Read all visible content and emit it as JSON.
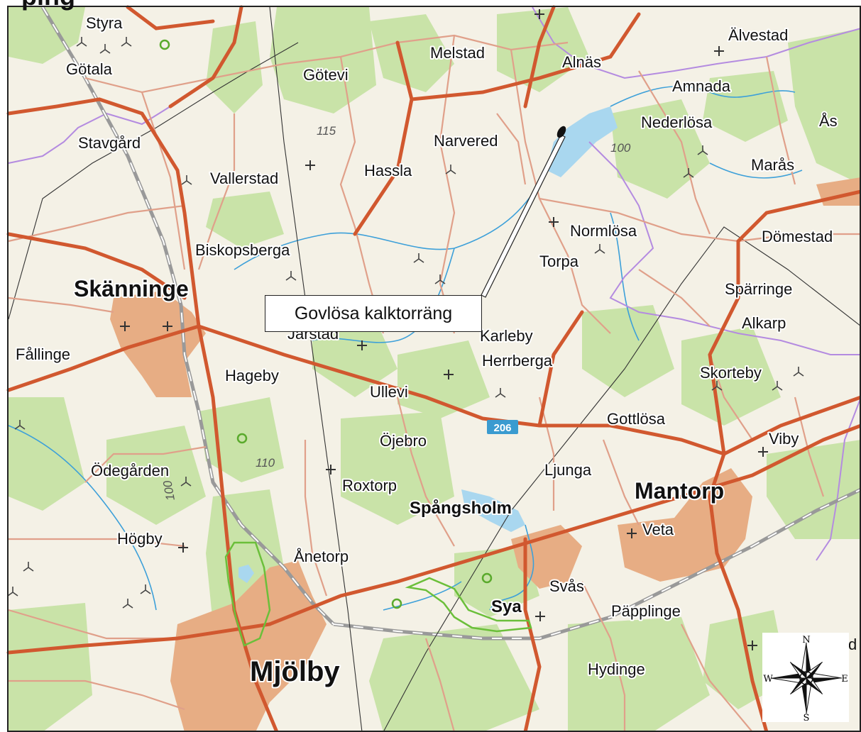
{
  "map": {
    "title_fragment": "ping",
    "callout": "Govlösa kalktorräng",
    "road_shield": "206",
    "elevations": [
      "115",
      "100",
      "110",
      "100"
    ],
    "places": {
      "styra": "Styra",
      "gotala": "Götala",
      "stavgard": "Stavgård",
      "vallerstad": "Vallerstad",
      "gotevi": "Götevi",
      "melstad": "Melstad",
      "alnas": "Alnäs",
      "alvestad": "Älvestad",
      "amnada": "Amnada",
      "nederlosa": "Nederlösa",
      "as": "Ås",
      "maras": "Marås",
      "narvered": "Narvered",
      "hassla": "Hassla",
      "normlosa": "Normlösa",
      "domestad": "Dömestad",
      "biskopsberga": "Biskopsberga",
      "torpa": "Torpa",
      "skanninge": "Skänninge",
      "sparringe": "Spärringe",
      "alkarp": "Alkarp",
      "jarstad": "Järstad",
      "karleby": "Karleby",
      "herrberga": "Herrberga",
      "fallinge": "Fållinge",
      "hageby": "Hageby",
      "ullevi": "Ullevi",
      "skorteby": "Skorteby",
      "gottlosa": "Gottlösa",
      "viby": "Viby",
      "ojebro": "Öjebro",
      "odegarden": "Ödegården",
      "roxtorp": "Roxtorp",
      "ljunga": "Ljunga",
      "mantorp": "Mantorp",
      "spangsholm": "Spångsholm",
      "hogby": "Högby",
      "veta": "Veta",
      "anetorp": "Ånetorp",
      "svas": "Svås",
      "sya": "Sya",
      "papplinge": "Päpplinge",
      "mjolby": "Mjölby",
      "hydinge": "Hydinge",
      "edge_d": "d"
    },
    "compass": {
      "n": "N",
      "s": "S",
      "e": "E",
      "w": "W"
    },
    "colors": {
      "background": "#f4f1e6",
      "forest": "#c9e3a8",
      "urban": "#e7ad84",
      "main_road": "#d1582f",
      "minor_road": "#e0a08a",
      "water": "#a9d7ef",
      "stream": "#3da0d9",
      "border": "#b48be0",
      "reserve": "#6bbf3a"
    }
  }
}
